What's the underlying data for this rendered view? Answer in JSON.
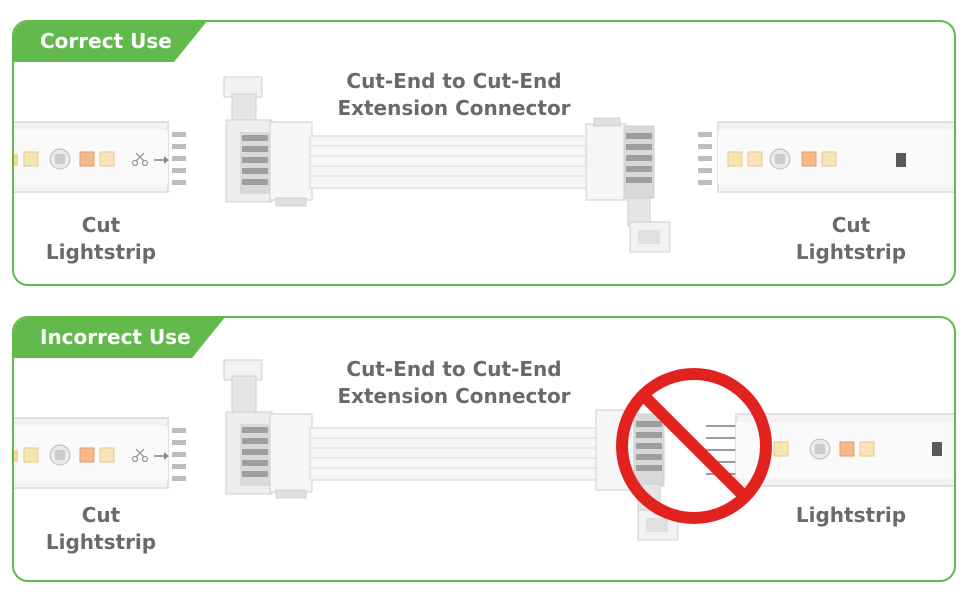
{
  "panels": [
    {
      "tab_label": "Correct Use",
      "connector_label_line1": "Cut-End to Cut-End",
      "connector_label_line2": "Extension Connector",
      "left_label_line1": "Cut",
      "left_label_line2": "Lightstrip",
      "right_label_line1": "Cut",
      "right_label_line2": "Lightstrip"
    },
    {
      "tab_label": "Incorrect Use",
      "connector_label_line1": "Cut-End to Cut-End",
      "connector_label_line2": "Extension Connector",
      "left_label_line1": "Cut",
      "left_label_line2": "Lightstrip",
      "right_label_line1": "Lightstrip"
    }
  ],
  "icons": {
    "scissors": "scissors-icon",
    "prohibited": "prohibited-icon"
  },
  "colors": {
    "accent_green": "#62b94c",
    "prohibit_red": "#e1221f",
    "label_gray": "#6a6a6a"
  }
}
